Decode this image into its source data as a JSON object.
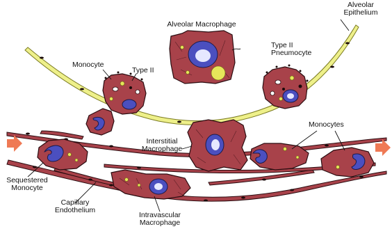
{
  "labels": {
    "alveolar_macrophage": "Alveolar Macrophage",
    "alveolar_epithelium_line1": "Alveolar",
    "alveolar_epithelium_line2": "Epithelium",
    "monocyte": "Monocyte",
    "type2_left": "Type II",
    "type2_right_line1": "Type II",
    "type2_right_line2": "Pneumocyte",
    "interstitial_macrophage_line1": "Interstitial",
    "interstitial_macrophage_line2": "Macrophage",
    "monocytes": "Monocytes",
    "sequestered_monocyte_line1": "Sequestered",
    "sequestered_monocyte_line2": "Monocyte",
    "capillary_endothelium_line1": "Capillary",
    "capillary_endothelium_line2": "Endothelium",
    "intravascular_macrophage_line1": "Intravascular",
    "intravascular_macrophage_line2": "Macrophage"
  },
  "colors": {
    "cell_fill": "#a8424a",
    "cell_outline": "#2a0c10",
    "nucleus_fill": "#4b4fbf",
    "nucleus_core": "#e6e8ff",
    "epithelium": "#eef08a",
    "granule": "#e6e65a",
    "arrow": "#ef7a55"
  },
  "icons": [
    "right-arrow-icon",
    "right-arrow-icon"
  ]
}
